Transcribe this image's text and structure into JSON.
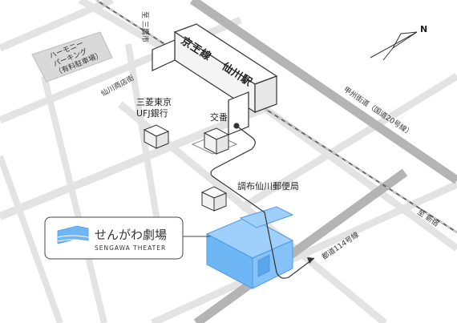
{
  "map": {
    "station": {
      "line": "京王線",
      "name": "仙川駅"
    },
    "parking": {
      "line1": "ハーモニー",
      "line2": "パーキング",
      "line3": "（有料駐車場）"
    },
    "bank": {
      "line1": "三菱東京",
      "line2": "UFJ銀行"
    },
    "koban": "交番",
    "post_office": "調布仙川郵便局",
    "streets": {
      "shopping_street": "仙川商店街",
      "to_mitaka": "至 三鷹市",
      "koshu_kaido": "甲州街道（国道20号線）",
      "to_shinjuku": "至 新宿",
      "toto_114": "都道114号線"
    },
    "north": "N",
    "theater": {
      "name_ja": "せんがわ劇場",
      "name_en": "SENGAWA THEATER"
    },
    "colors": {
      "road": "#e3e3e3",
      "main_road": "#b4b4b4",
      "building_top": "#ffffff",
      "theater_face": "#6fb6f4",
      "theater_top": "#9fd0fb",
      "parking": "#d9d9d9",
      "route": "#333333"
    }
  }
}
